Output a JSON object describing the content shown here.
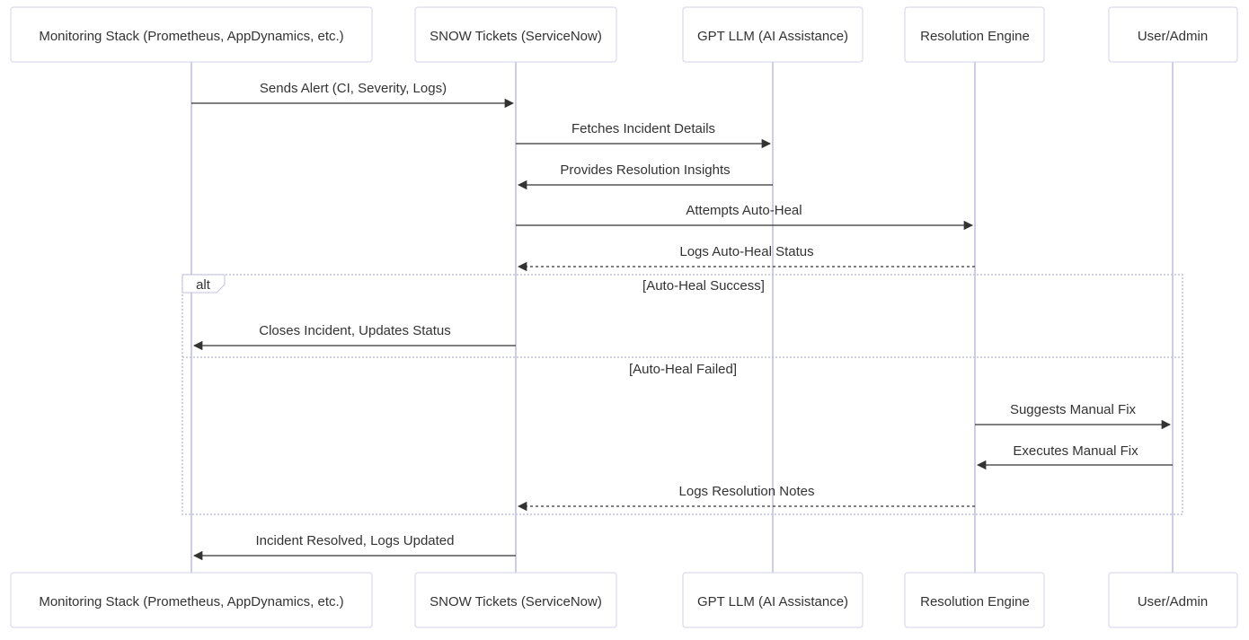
{
  "actors": [
    {
      "id": "mon",
      "label": "Monitoring Stack (Prometheus, AppDynamics, etc.)"
    },
    {
      "id": "snow",
      "label": "SNOW Tickets (ServiceNow)"
    },
    {
      "id": "gpt",
      "label": "GPT LLM (AI Assistance)"
    },
    {
      "id": "res",
      "label": "Resolution Engine"
    },
    {
      "id": "user",
      "label": "User/Admin"
    }
  ],
  "messages": [
    {
      "id": "m1",
      "from": "mon",
      "to": "snow",
      "label": "Sends Alert (CI, Severity, Logs)",
      "style": "solid"
    },
    {
      "id": "m2",
      "from": "snow",
      "to": "gpt",
      "label": "Fetches Incident Details",
      "style": "solid"
    },
    {
      "id": "m3",
      "from": "gpt",
      "to": "snow",
      "label": "Provides Resolution Insights",
      "style": "solid"
    },
    {
      "id": "m4",
      "from": "snow",
      "to": "res",
      "label": "Attempts Auto-Heal",
      "style": "solid"
    },
    {
      "id": "m5",
      "from": "res",
      "to": "snow",
      "label": "Logs Auto-Heal Status",
      "style": "dashed"
    },
    {
      "id": "m6",
      "from": "snow",
      "to": "mon",
      "label": "Closes Incident, Updates Status",
      "style": "solid"
    },
    {
      "id": "m7",
      "from": "res",
      "to": "user",
      "label": "Suggests Manual Fix",
      "style": "solid"
    },
    {
      "id": "m8",
      "from": "user",
      "to": "res",
      "label": "Executes Manual Fix",
      "style": "solid"
    },
    {
      "id": "m9",
      "from": "res",
      "to": "snow",
      "label": "Logs Resolution Notes",
      "style": "dashed"
    },
    {
      "id": "m10",
      "from": "snow",
      "to": "mon",
      "label": "Incident Resolved, Logs Updated",
      "style": "solid"
    }
  ],
  "alt_frame": {
    "keyword": "alt",
    "sections": [
      {
        "condition": "[Auto-Heal Success]"
      },
      {
        "condition": "[Auto-Heal Failed]"
      }
    ]
  }
}
